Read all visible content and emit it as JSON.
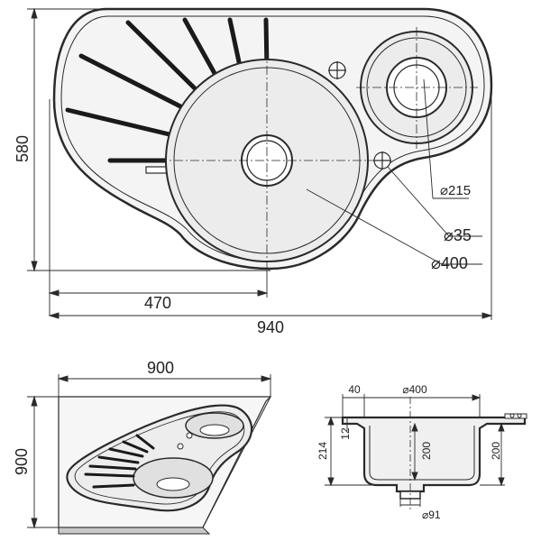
{
  "top_view": {
    "width_label": "940",
    "height_label": "580",
    "offset_label": "470",
    "callouts": {
      "small_bowl_diameter": "⌀215",
      "tap_hole_diameter": "⌀35",
      "main_bowl_diameter": "⌀400"
    }
  },
  "corner_view": {
    "width_label": "900",
    "height_label": "900"
  },
  "section_view": {
    "rim_label": "40",
    "bowl_diameter_label": "⌀400",
    "rim_height_label": "12",
    "total_depth_label": "214",
    "bowl_depth_label": "200",
    "outer_depth_label": "200",
    "drain_diameter_label": "⌀91"
  },
  "colors": {
    "stroke": "#2a2a2a",
    "fill": "#f2f2f2",
    "bowl_fill": "#e6e6e6"
  }
}
